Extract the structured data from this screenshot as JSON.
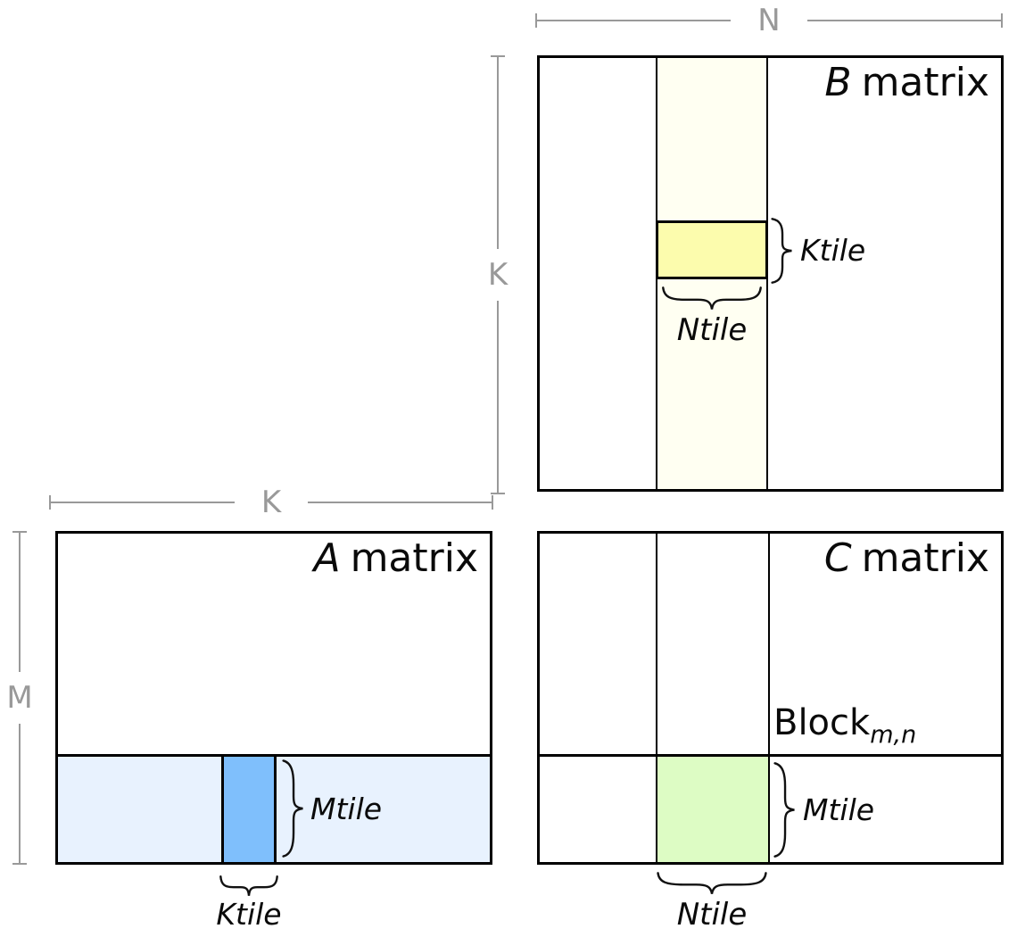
{
  "dims": {
    "n": "N",
    "k_b": "K",
    "k_a": "K",
    "m": "M"
  },
  "b": {
    "title_var": "B",
    "title_word": "matrix",
    "ktile": "Ktile",
    "ntile": "Ntile"
  },
  "a": {
    "title_var": "A",
    "title_word": "matrix",
    "mtile": "Mtile",
    "ktile": "Ktile"
  },
  "c": {
    "title_var": "C",
    "title_word": "matrix",
    "block": "Block",
    "block_sub": "m,n",
    "mtile": "Mtile",
    "ntile": "Ntile"
  },
  "colors": {
    "b_band_ivory": "#FFFFF2",
    "b_tile_yellow": "#FCFCAD",
    "a_band_blue": "#E8F2FE",
    "a_tile_blue": "#7FBFFC",
    "c_tile_green": "#DDFCC4",
    "dim_gray": "#999999",
    "line_black": "#000000"
  }
}
